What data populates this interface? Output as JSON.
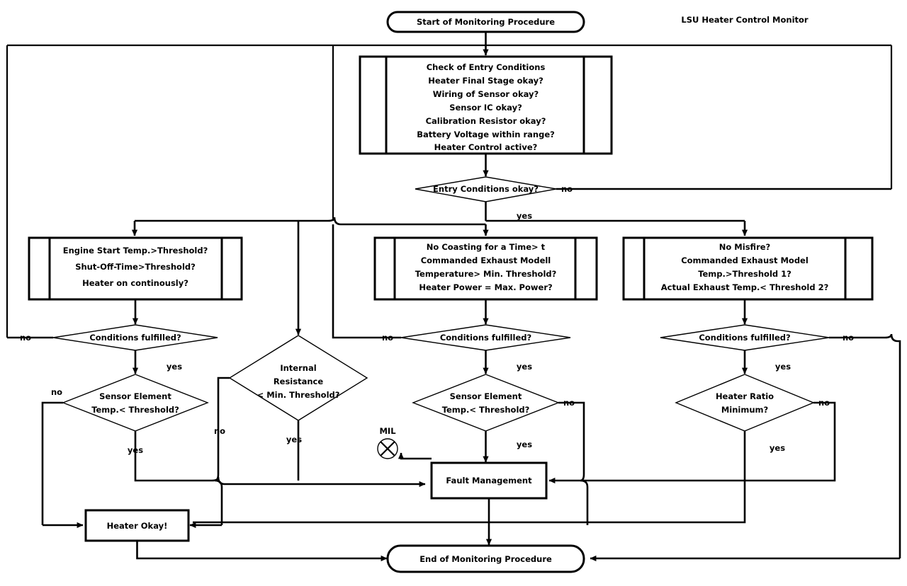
{
  "diagram": {
    "heading": "LSU Heater Control Monitor",
    "start_node": "Start of Monitoring Procedure",
    "end_node": "End of Monitoring Procedure",
    "entry_conditions_box": {
      "name": "check-of-entry-conditions",
      "lines": [
        "Check of Entry Conditions",
        "Heater Final Stage okay?",
        "Wiring of Sensor okay?",
        "Sensor IC okay?",
        "Calibration Resistor okay?",
        "Battery Voltage within range?",
        "Heater Control active?"
      ]
    },
    "entry_decision": "Entry Conditions okay?",
    "branch_left": {
      "conditions_box": [
        "Engine Start Temp.>Threshold?",
        "Shut-Off-Time>Threshold?",
        "Heater on continously?"
      ],
      "decision_1": "Conditions fulfilled?",
      "decision_2_line1": "Sensor Element",
      "decision_2_line2": "Temp.< Threshold?"
    },
    "branch_internal": {
      "decision_line1": "Internal",
      "decision_line2": "Resistance",
      "decision_line3": "< Min. Threshold?"
    },
    "branch_middle": {
      "conditions_box": [
        "No Coasting for a Time> t",
        "Commanded Exhaust Modell",
        "Temperature> Min. Threshold?",
        "Heater Power = Max. Power?"
      ],
      "decision_1": "Conditions fulfilled?",
      "decision_2_line1": "Sensor Element",
      "decision_2_line2": "Temp.< Threshold?"
    },
    "branch_right": {
      "conditions_box": [
        "No Misfire?",
        "Commanded Exhaust Model",
        "Temp.>Threshold 1?",
        "Actual Exhaust Temp.< Threshold 2?"
      ],
      "decision_1": "Conditions fulfilled?",
      "decision_2_line1": "Heater Ratio",
      "decision_2_line2": "Minimum?"
    },
    "fault_management": "Fault Management",
    "heater_okay": "Heater Okay!",
    "mil_label": "MIL",
    "edge_labels": {
      "yes": "yes",
      "no": "no"
    },
    "colors": {
      "stroke": "#000000",
      "fill": "#ffffff",
      "background": "#ffffff"
    }
  }
}
